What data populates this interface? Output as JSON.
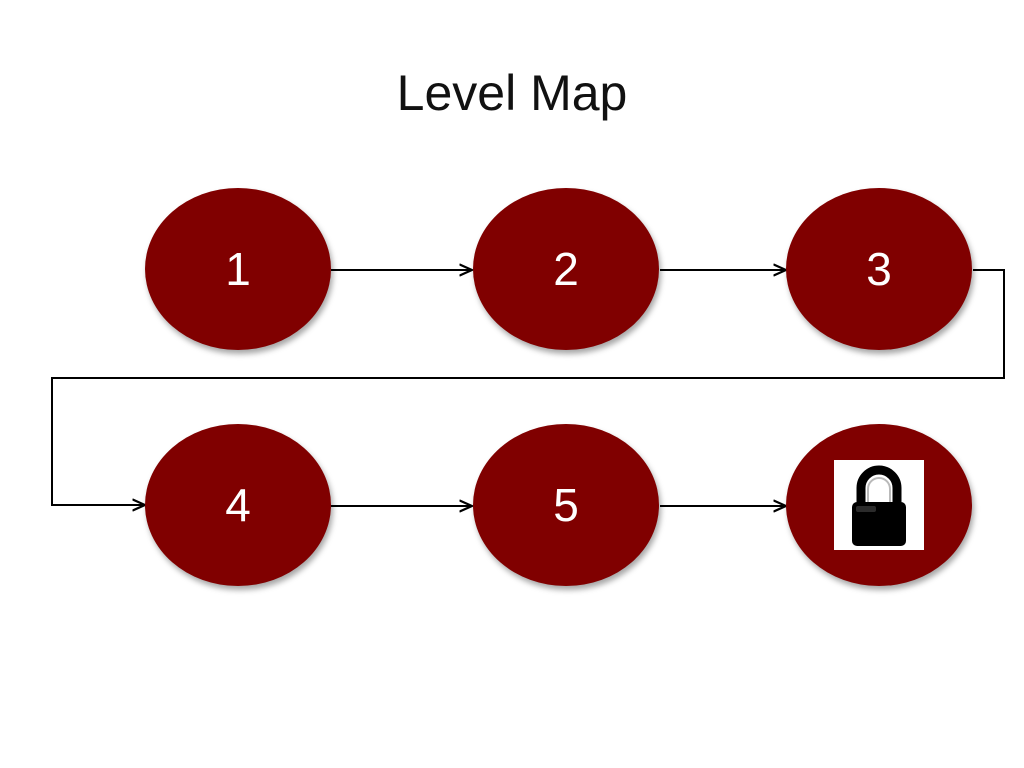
{
  "title": "Level Map",
  "colors": {
    "node": "#800000",
    "line": "#000000",
    "lock": "#000000"
  },
  "levels": [
    {
      "label": "1",
      "locked": false
    },
    {
      "label": "2",
      "locked": false
    },
    {
      "label": "3",
      "locked": false
    },
    {
      "label": "4",
      "locked": false
    },
    {
      "label": "5",
      "locked": false
    },
    {
      "label": "",
      "locked": true,
      "icon": "lock-icon"
    }
  ]
}
